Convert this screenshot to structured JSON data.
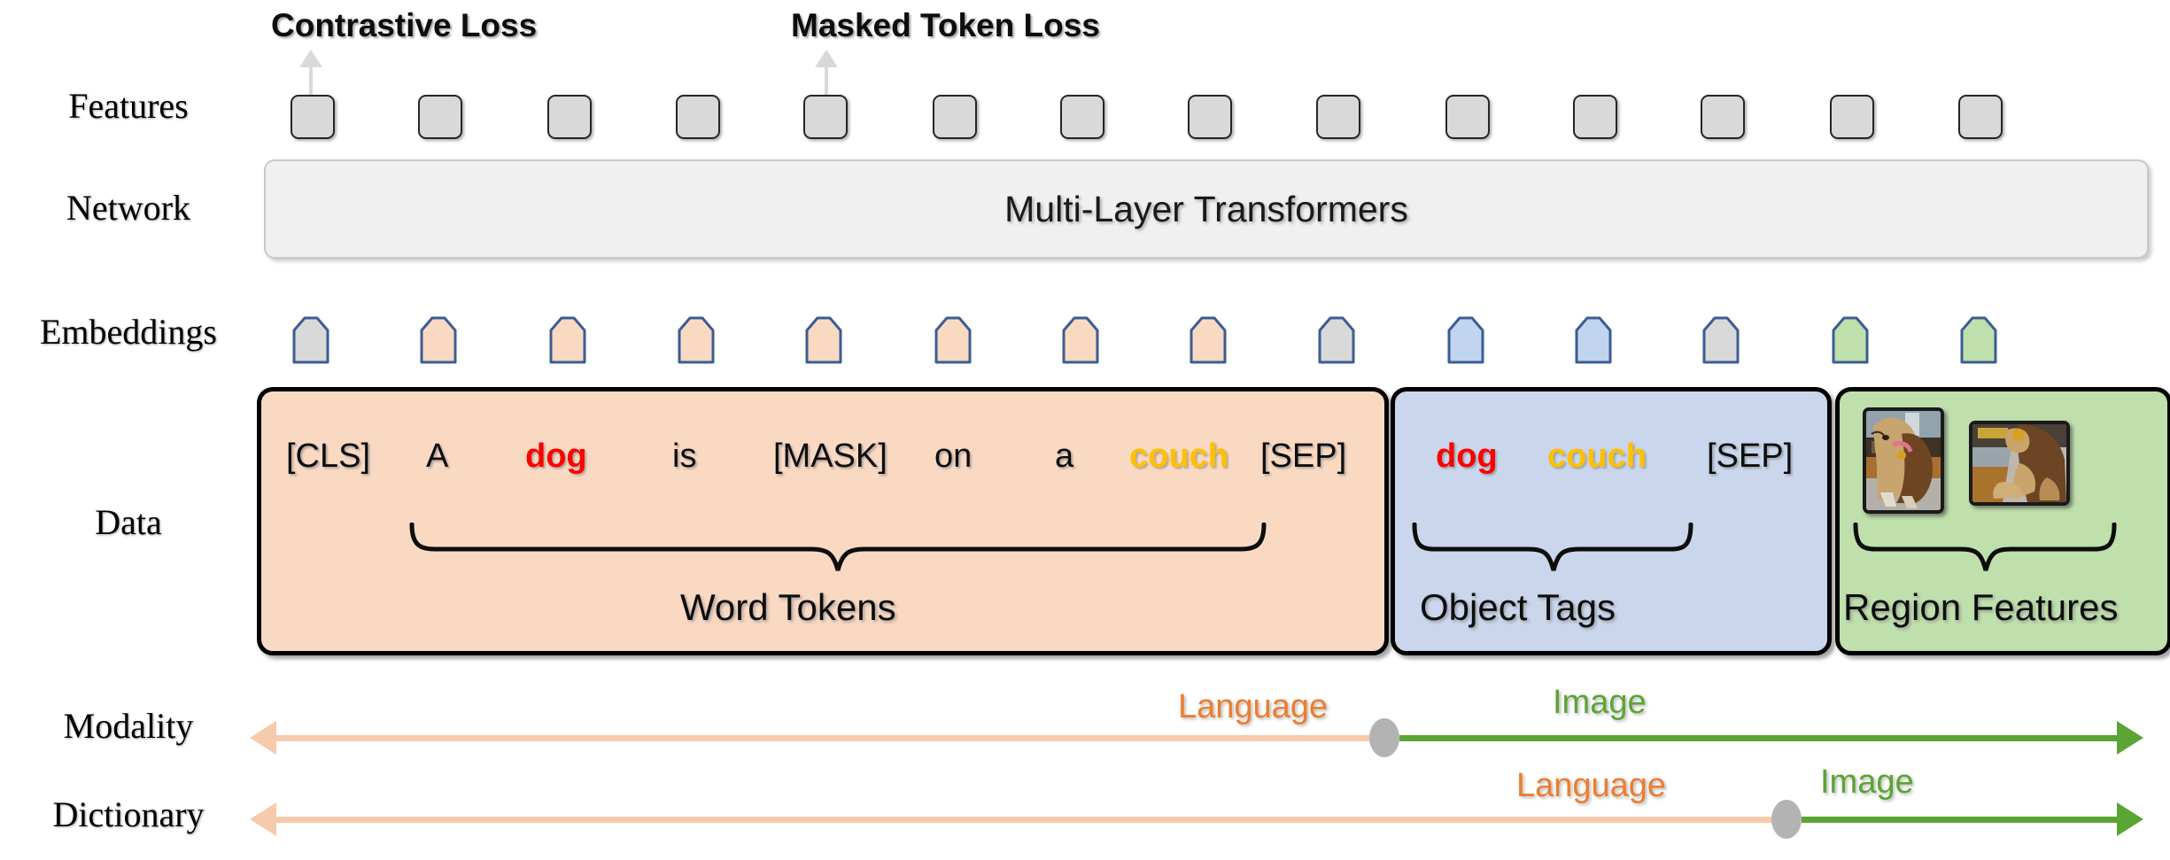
{
  "figure": {
    "title": "Oscar style vision-language pre-training diagram",
    "row_labels": [
      {
        "id": "features",
        "label": "Features"
      },
      {
        "id": "network",
        "label": "Network"
      },
      {
        "id": "embeddings",
        "label": "Embeddings"
      },
      {
        "id": "data",
        "label": "Data"
      },
      {
        "id": "modality",
        "label": "Modality"
      },
      {
        "id": "dictionary",
        "label": "Dictionary"
      }
    ],
    "losses": [
      {
        "id": "contrastive",
        "label": "Contrastive Loss",
        "target_feature_index": 0
      },
      {
        "id": "masked",
        "label": "Masked Token Loss",
        "target_feature_index": 4
      }
    ],
    "network_label": "Multi-Layer Transformers",
    "feature_count": 14,
    "embeddings": [
      {
        "index": 0,
        "color": "gray"
      },
      {
        "index": 1,
        "color": "orange"
      },
      {
        "index": 2,
        "color": "orange"
      },
      {
        "index": 3,
        "color": "orange"
      },
      {
        "index": 4,
        "color": "orange"
      },
      {
        "index": 5,
        "color": "orange"
      },
      {
        "index": 6,
        "color": "orange"
      },
      {
        "index": 7,
        "color": "orange"
      },
      {
        "index": 8,
        "color": "gray"
      },
      {
        "index": 9,
        "color": "blue"
      },
      {
        "index": 10,
        "color": "blue"
      },
      {
        "index": 11,
        "color": "gray"
      },
      {
        "index": 12,
        "color": "green"
      },
      {
        "index": 13,
        "color": "green"
      }
    ],
    "data_groups": [
      {
        "id": "word-tokens",
        "caption": "Word Tokens",
        "fill": "#fad9c3",
        "tokens": [
          {
            "text": "[CLS]",
            "style": "plain"
          },
          {
            "text": "A",
            "style": "plain"
          },
          {
            "text": "dog",
            "style": "bold-red"
          },
          {
            "text": "is",
            "style": "plain"
          },
          {
            "text": "[MASK]",
            "style": "plain"
          },
          {
            "text": "on",
            "style": "plain"
          },
          {
            "text": "a",
            "style": "plain"
          },
          {
            "text": "couch",
            "style": "bold-yellow"
          },
          {
            "text": "[SEP]",
            "style": "plain"
          }
        ]
      },
      {
        "id": "object-tags",
        "caption": "Object Tags",
        "fill": "#c9d6ec",
        "tokens": [
          {
            "text": "dog",
            "style": "bold-red"
          },
          {
            "text": "couch",
            "style": "bold-yellow"
          },
          {
            "text": "[SEP]",
            "style": "plain"
          }
        ]
      },
      {
        "id": "region-features",
        "caption": "Region Features",
        "fill": "#bfdfac",
        "tokens": [],
        "thumbnails": [
          "dog-region-crop-1",
          "dog-region-crop-2"
        ]
      }
    ],
    "axes": [
      {
        "id": "modality",
        "label": "Modality",
        "segments": [
          {
            "name": "Language",
            "color": "#ed7d31"
          },
          {
            "name": "Image",
            "color": "#5aa534"
          }
        ],
        "split_position_pct": 64
      },
      {
        "id": "dictionary",
        "label": "Dictionary",
        "segments": [
          {
            "name": "Language",
            "color": "#ed7d31"
          },
          {
            "name": "Image",
            "color": "#5aa534"
          }
        ],
        "split_position_pct": 86
      }
    ],
    "colors": {
      "orange_fill": "#fad9c3",
      "blue_fill": "#c9d6ec",
      "green_fill": "#bfdfac",
      "gray_fill": "#d9d9d9",
      "pentagon_stroke": "#3b5d92",
      "network_fill": "#f0f0f0",
      "token_red": "#ff0000",
      "token_yellow": "#ffc000",
      "axis_orange": "#f6cbab",
      "axis_green": "#5aa534",
      "knob_gray": "#b3b3b3"
    }
  }
}
